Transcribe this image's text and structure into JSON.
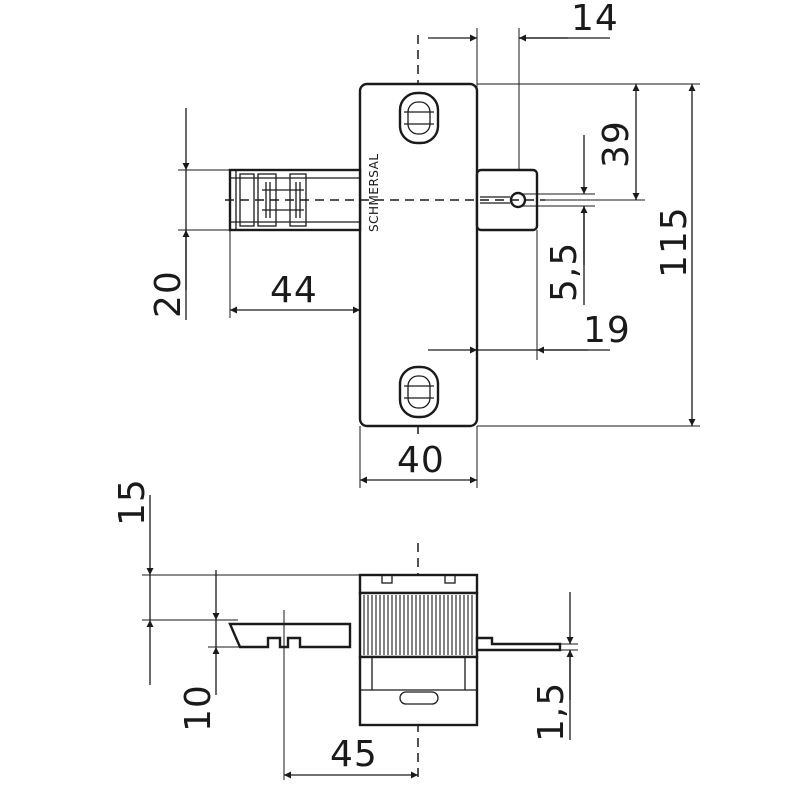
{
  "brand": "SCHMERSAL",
  "dimensions": {
    "d14": "14",
    "d39": "39",
    "d115": "115",
    "d20": "20",
    "d5_5": "5,5",
    "d44": "44",
    "d19": "19",
    "d40": "40",
    "d15": "15",
    "d10": "10",
    "d1_5": "1,5",
    "d45": "45"
  }
}
